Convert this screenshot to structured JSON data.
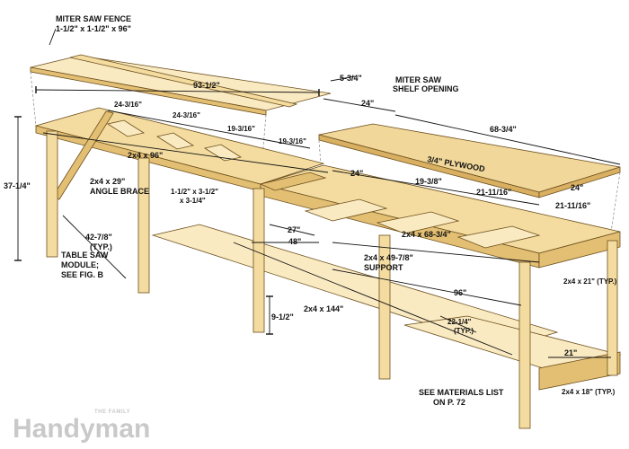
{
  "labels": {
    "miter_fence_title": "MITER SAW FENCE",
    "miter_fence_size": "1-1/2\" x 1-1/2\" x 96\"",
    "top_length": "93-1/2\"",
    "gap_5_3_4": "5-3/4\"",
    "miter_shelf_1": "MITER SAW",
    "miter_shelf_2": "SHELF OPENING",
    "opening_24": "24\"",
    "len_68_3_4": "68-3/4\"",
    "span_a": "24-3/16\"",
    "span_b": "24-3/16\"",
    "span_c": "19-3/16\"",
    "span_d": "19-3/16\"",
    "plywood": "3/4\" PLYWOOD",
    "ply_w": "24\"",
    "rail_2x4_96": "2x4 x 96\"",
    "brace_1": "2x4 x 29\"",
    "brace_2": "ANGLE BRACE",
    "height_total": "37-1/4\"",
    "block_1": "1-1/2\" x 3-1/2\"",
    "block_2": "x 3-1/4\"",
    "span_e": "24\"",
    "span_f": "19-3/8\"",
    "span_g": "21-11/16\"",
    "span_h": "21-11/16\"",
    "dim_27": "27\"",
    "dim_48": "48\"",
    "rail_2x4_68": "2x4 x 68-3/4\"",
    "support_1": "2x4 x 49-7/8\"",
    "support_2": "SUPPORT",
    "leg_21": "2x4 x 21\" (TYP.)",
    "typ_42_1": "42-7/8\"",
    "typ_42_2": "(TYP.)",
    "module_1": "TABLE SAW",
    "module_2": "MODULE;",
    "module_3": "SEE FIG. B",
    "length_96": "96\"",
    "shelf_gap": "9-1/2\"",
    "rail_2x4_144": "2x4 x 144\"",
    "typ_22_1": "22-1/4\"",
    "typ_22_2": "(TYP.)",
    "depth_21": "21\"",
    "leg_18": "2x4 x 18\" (TYP.)",
    "materials_1": "SEE MATERIALS LIST",
    "materials_2": "ON P. 72"
  },
  "logo": {
    "small": "THE FAMILY",
    "main": "Handyman"
  },
  "colors": {
    "wood": "#f4dca0",
    "wood_dark": "#e3bf73",
    "plywood": "#f1d79a",
    "ink": "#111111",
    "logo": "#c9c9c9"
  }
}
